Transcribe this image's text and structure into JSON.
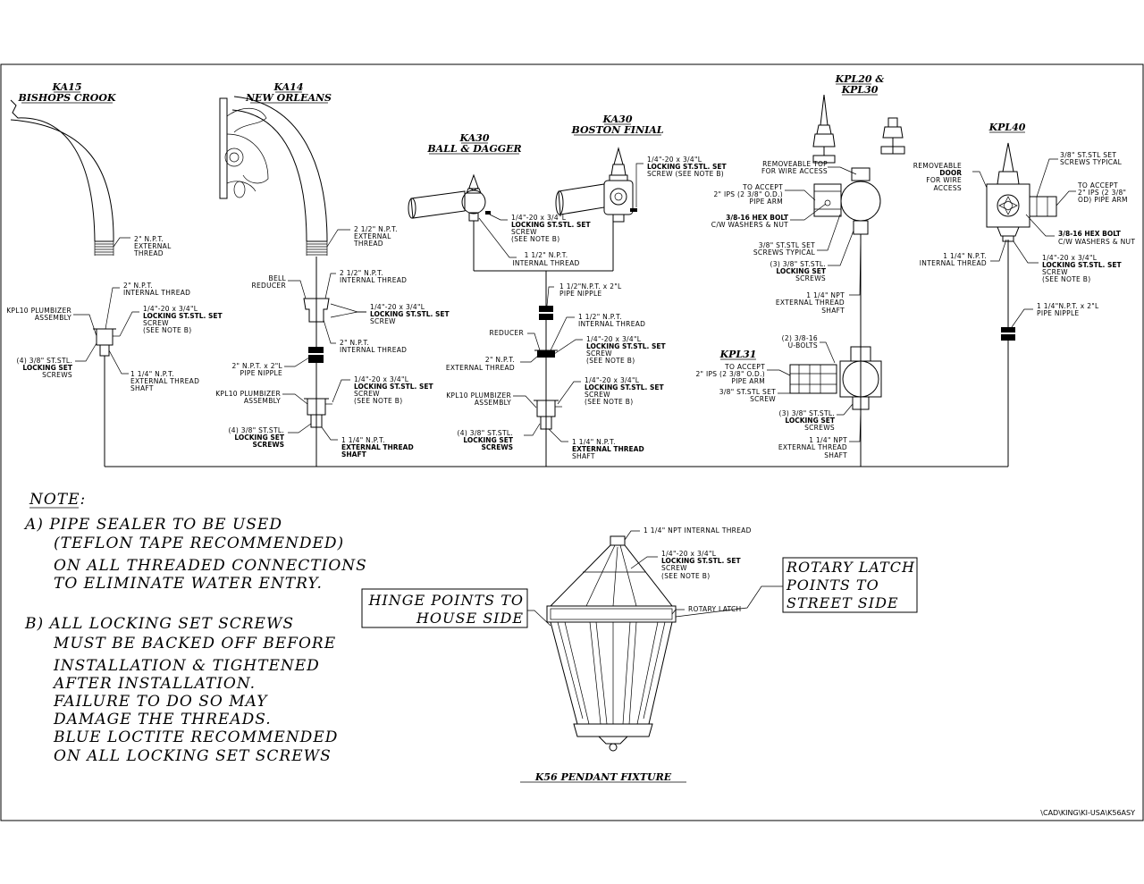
{
  "file_path": "\\CAD\\KING\\KI-USA\\K56ASY",
  "headers": {
    "ka15_code": "KA15",
    "ka15_name": "BISHOPS CROOK",
    "ka14_code": "KA14",
    "ka14_name": "NEW ORLEANS",
    "ka30a_code": "KA30",
    "ka30a_name": "BALL & DAGGER",
    "ka30b_code": "KA30",
    "ka30b_name": "BOSTON FINIAL",
    "kpl20_l1": "KPL20 &",
    "kpl20_l2": "KPL30",
    "kpl40": "KPL40",
    "kpl31": "KPL31",
    "k56": "K56 PENDANT FIXTURE"
  },
  "labels": {
    "a1": [
      "2\" N.P.T.",
      "EXTERNAL",
      "THREAD"
    ],
    "a2": [
      "2\" N.P.T.",
      "INTERNAL THREAD"
    ],
    "a3": [
      "KPL10 PLUMBIZER",
      "ASSEMBLY"
    ],
    "a4": [
      "1/4\"-20 x 3/4\"L",
      "LOCKING ST.STL. SET",
      "SCREW",
      "(SEE NOTE B)"
    ],
    "a5": [
      "(4) 3/8\" ST.STL.",
      "LOCKING SET",
      "SCREWS"
    ],
    "a6": [
      "1 1/4\" N.P.T.",
      "EXTERNAL THREAD",
      "SHAFT"
    ],
    "b1": [
      "2 1/2\" N.P.T.",
      "EXTERNAL",
      "THREAD"
    ],
    "b2": [
      "BELL",
      "REDUCER"
    ],
    "b3": [
      "2 1/2\" N.P.T.",
      "INTERNAL THREAD"
    ],
    "b4": [
      "1/4\"-20 x 3/4\"L",
      "LOCKING ST.STL. SET",
      "SCREW"
    ],
    "b5": [
      "2\" N.P.T.",
      "INTERNAL THREAD"
    ],
    "b6": [
      "2\" N.P.T. x 2\"L",
      "PIPE NIPPLE"
    ],
    "b7": [
      "KPL10 PLUMBIZER",
      "ASSEMBLY"
    ],
    "b8": [
      "1/4\"-20 x 3/4\"L",
      "LOCKING ST.STL. SET",
      "SCREW",
      "(SEE NOTE B)"
    ],
    "b9": [
      "(4) 3/8\" ST.STL.",
      "LOCKING SET",
      "SCREWS"
    ],
    "b10": [
      "1 1/4\" N.P.T.",
      "EXTERNAL THREAD",
      "SHAFT"
    ],
    "c1": [
      "1/4\"-20 x 3/4\"L",
      "LOCKING ST.STL. SET",
      "SCREW (SEE NOTE B)"
    ],
    "c2": [
      "1/4\"-20 x 3/4\"L",
      "LOCKING ST.STL. SET",
      "SCREW",
      "(SEE NOTE B)"
    ],
    "c3": [
      "1 1/2\" N.P.T.",
      "INTERNAL THREAD"
    ],
    "c4": [
      "1 1/2\"N.P.T. x 2\"L",
      "PIPE NIPPLE"
    ],
    "c5": [
      "1 1/2\" N.P.T.",
      "INTERNAL THREAD"
    ],
    "c6": [
      "REDUCER"
    ],
    "c7": [
      "1/4\"-20 x 3/4\"L",
      "LOCKING ST.STL. SET",
      "SCREW",
      "(SEE NOTE B)"
    ],
    "c8": [
      "2\" N.P.T.",
      "EXTERNAL THREAD"
    ],
    "c9": [
      "KPL10 PLUMBIZER",
      "ASSEMBLY"
    ],
    "c10": [
      "1/4\"-20 x 3/4\"L",
      "LOCKING ST.STL. SET",
      "SCREW",
      "(SEE NOTE B)"
    ],
    "c11": [
      "(4) 3/8\" ST.STL.",
      "LOCKING SET",
      "SCREWS"
    ],
    "c12": [
      "1 1/4\" N.P.T.",
      "EXTERNAL THREAD",
      "SHAFT"
    ],
    "d1": [
      "REMOVEABLE TOP",
      "FOR WIRE ACCESS"
    ],
    "d2": [
      "TO ACCEPT",
      "2\" IPS (2 3/8\" O.D.)",
      "PIPE ARM"
    ],
    "d3": [
      "3/8-16 HEX BOLT",
      "C/W WASHERS & NUT"
    ],
    "d4": [
      "3/8\" ST.STL SET",
      "SCREWS TYPICAL"
    ],
    "d5": [
      "(3) 3/8\" ST.STL.",
      "LOCKING SET",
      "SCREWS"
    ],
    "d6": [
      "1 1/4\" NPT",
      "EXTERNAL THREAD",
      "SHAFT"
    ],
    "e1": [
      "(2) 3/8-16",
      "U-BOLTS"
    ],
    "e2": [
      "TO ACCEPT",
      "2\" IPS (2 3/8\" O.D.)",
      "PIPE ARM"
    ],
    "e3": [
      "3/8\" ST.STL SET",
      "SCREW"
    ],
    "e4": [
      "(3) 3/8\" ST.STL.",
      "LOCKING SET",
      "SCREWS"
    ],
    "e5": [
      "1 1/4\" NPT",
      "EXTERNAL THREAD",
      "SHAFT"
    ],
    "f1": [
      "REMOVEABLE",
      "DOOR",
      "FOR WIRE",
      "ACCESS"
    ],
    "f2": [
      "3/8\" ST.STL SET",
      "SCREWS TYPICAL"
    ],
    "f3": [
      "TO ACCEPT",
      "2\" IPS (2 3/8\"",
      "OD) PIPE ARM"
    ],
    "f4": [
      "3/8-16 HEX BOLT",
      "C/W WASHERS & NUT"
    ],
    "f5": [
      "1 1/4\" N.P.T.",
      "INTERNAL THREAD"
    ],
    "f6": [
      "1/4\"-20 x 3/4\"L",
      "LOCKING ST.STL. SET",
      "SCREW",
      "(SEE NOTE B)"
    ],
    "f7": [
      "1 1/4\"N.P.T. x 2\"L",
      "PIPE NIPPLE"
    ],
    "g1": [
      "1 1/4\" NPT INTERNAL THREAD"
    ],
    "g2": [
      "1/4\"-20 x 3/4\"L",
      "LOCKING ST.STL. SET",
      "SCREW",
      "(SEE NOTE B)"
    ],
    "g3": [
      "ROTARY LATCH"
    ]
  },
  "notes": {
    "title": "NOTE:",
    "a": [
      "A) PIPE SEALER TO BE USED",
      "(TEFLON TAPE RECOMMENDED)",
      "ON ALL THREADED CONNECTIONS",
      "TO ELIMINATE WATER ENTRY."
    ],
    "b": [
      "B) ALL LOCKING SET SCREWS",
      "MUST BE BACKED OFF BEFORE",
      "INSTALLATION & TIGHTENED",
      "AFTER INSTALLATION.",
      "FAILURE TO DO SO MAY",
      "DAMAGE THE THREADS.",
      "BLUE LOCTITE RECOMMENDED",
      "ON ALL LOCKING SET SCREWS"
    ]
  },
  "callouts": {
    "hinge": [
      "HINGE POINTS TO",
      "HOUSE SIDE"
    ],
    "latch": [
      "ROTARY LATCH",
      "POINTS TO",
      "STREET SIDE"
    ]
  }
}
